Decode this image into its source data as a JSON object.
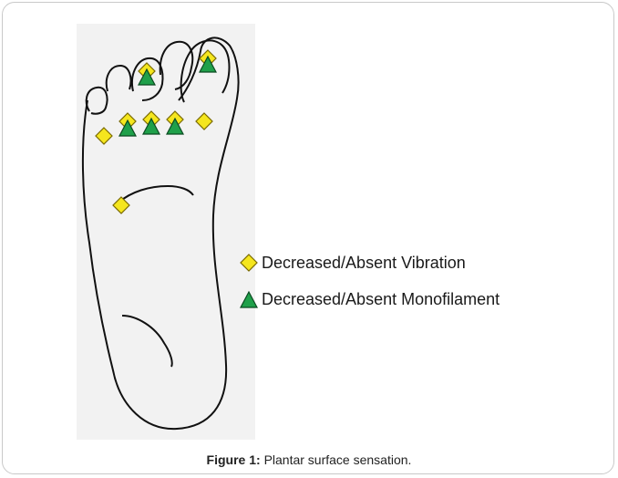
{
  "legend": {
    "vibration_label": "Decreased/Absent Vibration",
    "monofilament_label": "Decreased/Absent Monofilament"
  },
  "caption": {
    "label": "Figure 1:",
    "text": "Plantar surface sensation."
  },
  "colors": {
    "diamond_fill": "#f5e61e",
    "diamond_stroke": "#7a6a00",
    "triangle_fill": "#1fa04a",
    "triangle_stroke": "#0a4a20",
    "outline": "#111111"
  },
  "marker_sites": [
    {
      "site": "second-toe",
      "vibration": true,
      "monofilament": true
    },
    {
      "site": "great-toe",
      "vibration": true,
      "monofilament": true
    },
    {
      "site": "fifth-metatarsal-head",
      "vibration": true,
      "monofilament": false
    },
    {
      "site": "fourth-metatarsal-head",
      "vibration": true,
      "monofilament": true
    },
    {
      "site": "third-metatarsal-head",
      "vibration": true,
      "monofilament": true
    },
    {
      "site": "second-metatarsal-head",
      "vibration": true,
      "monofilament": true
    },
    {
      "site": "first-metatarsal-head",
      "vibration": true,
      "monofilament": false
    },
    {
      "site": "midfoot",
      "vibration": true,
      "monofilament": false
    }
  ]
}
